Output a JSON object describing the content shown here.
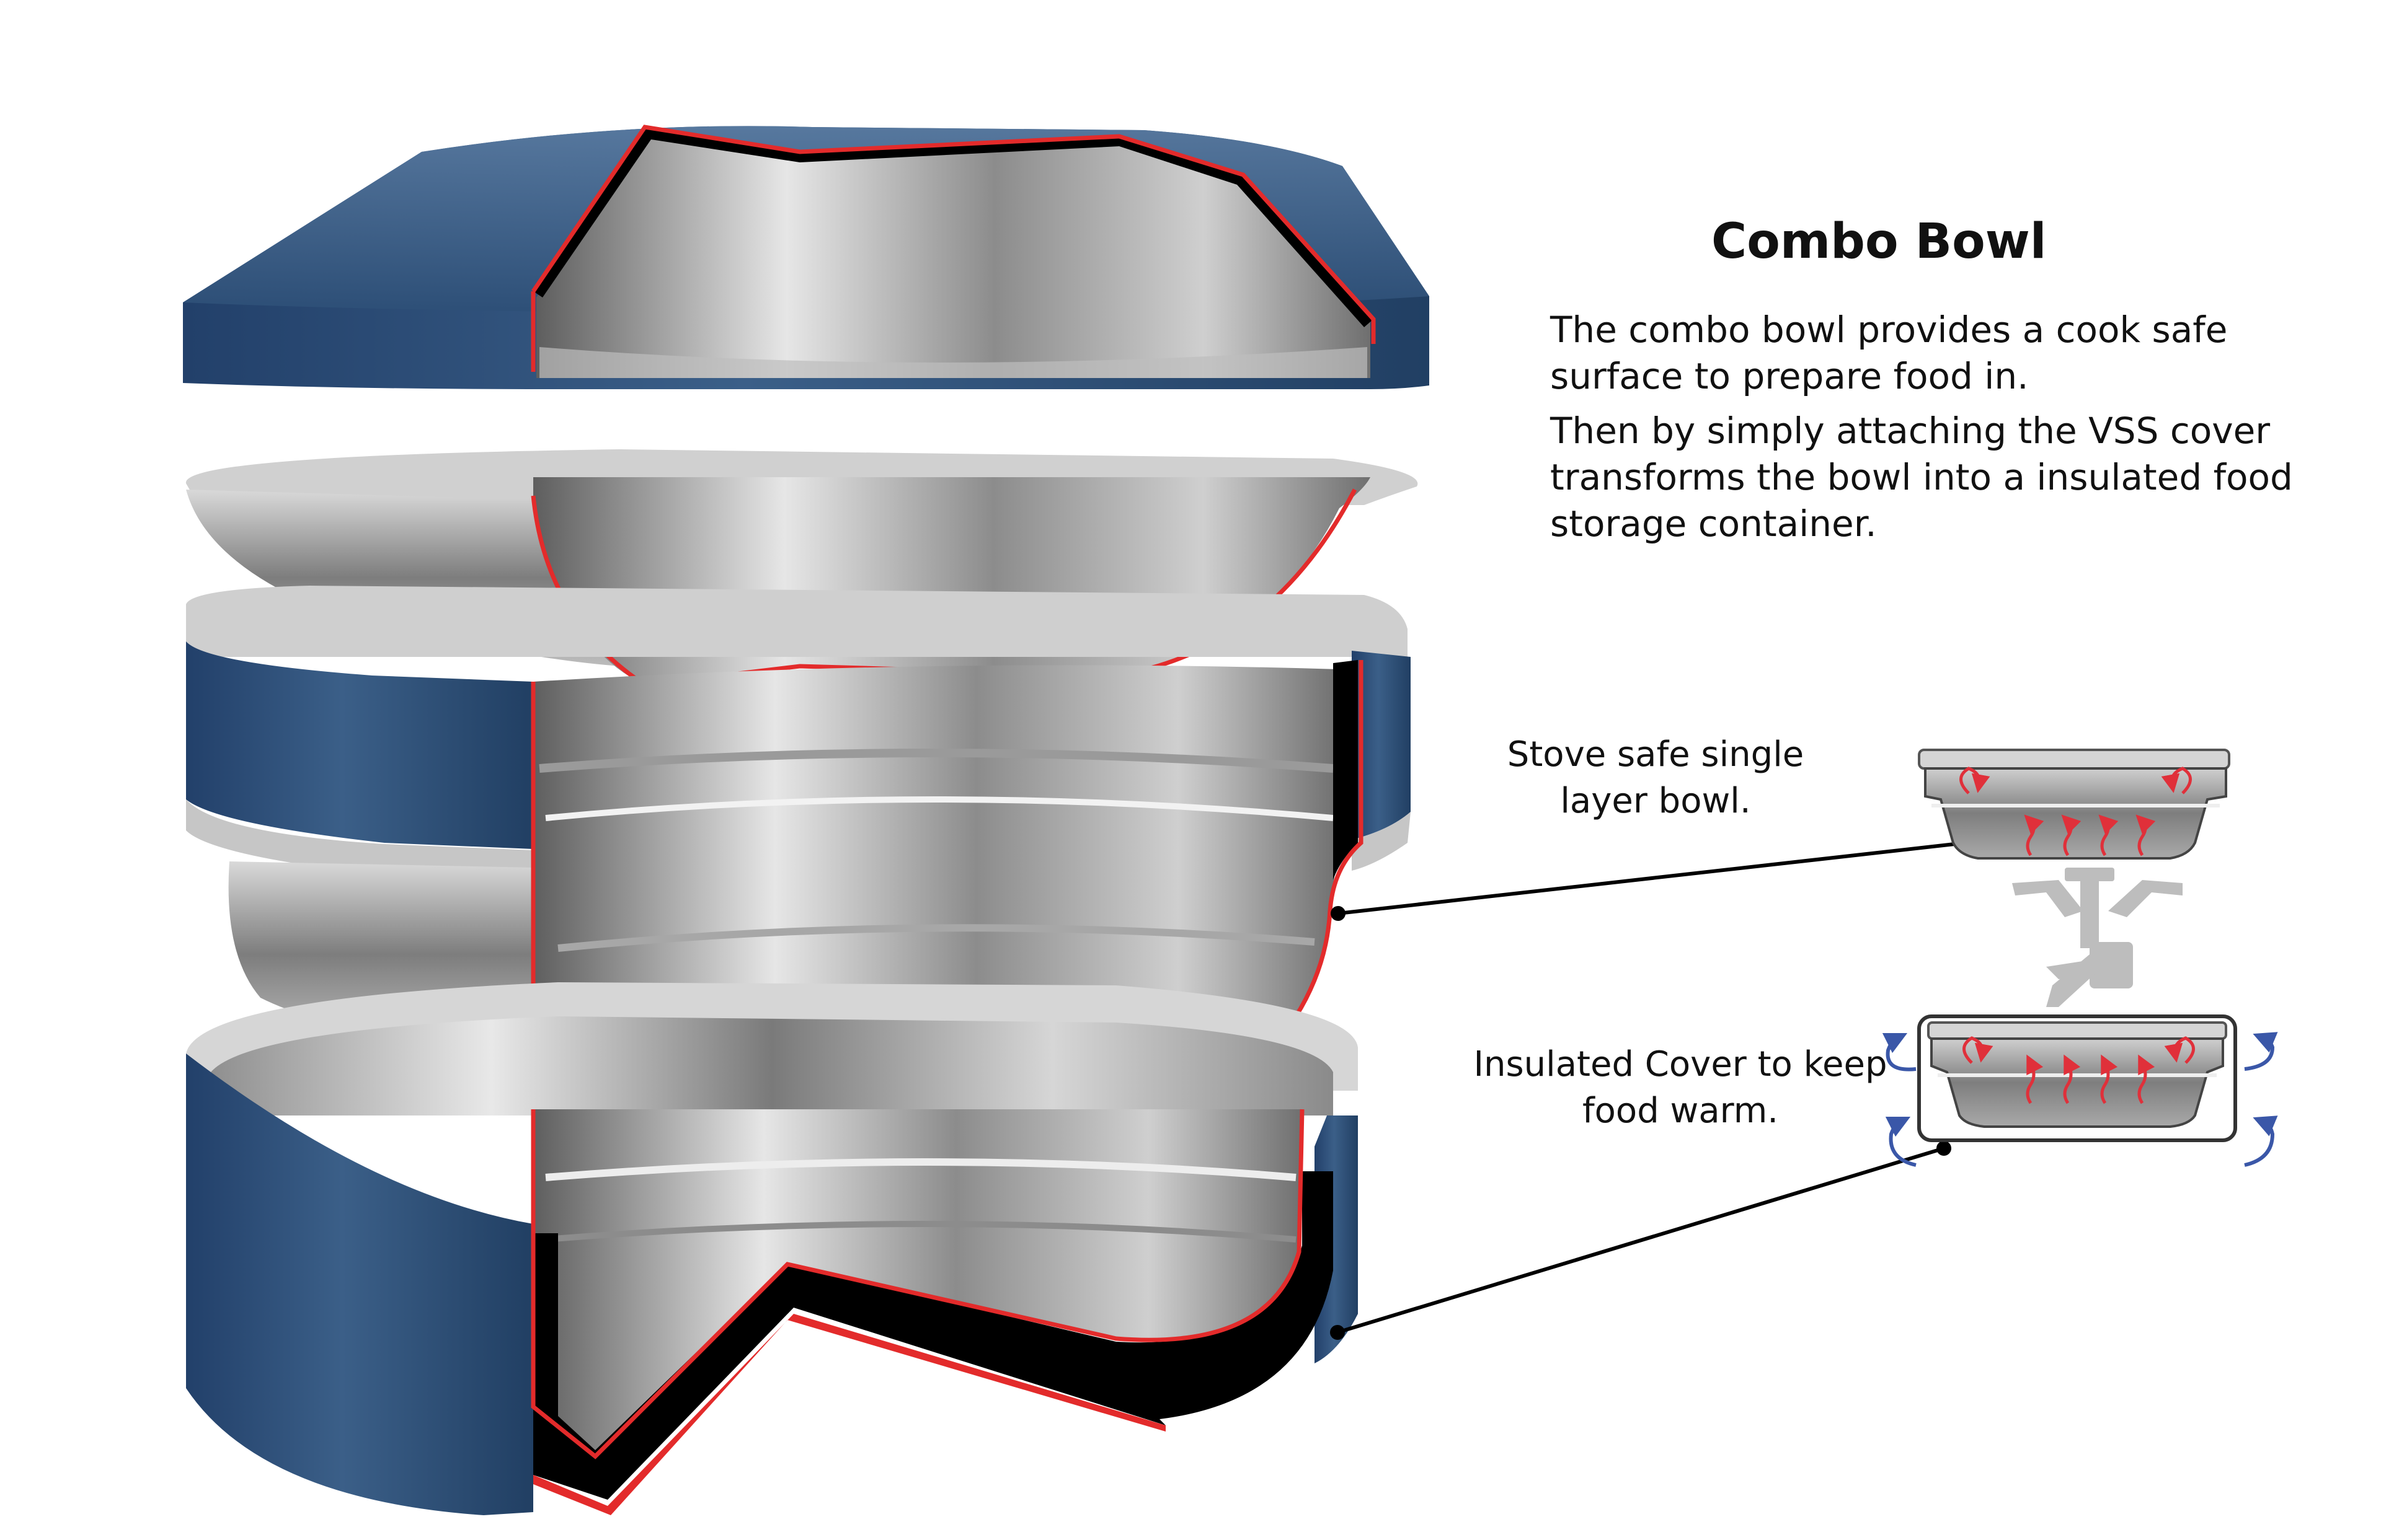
{
  "title": "Combo Bowl",
  "description": {
    "paragraph1": "The combo bowl provides a cook safe surface to prepare food in.",
    "paragraph2": "Then by simply attaching the VSS cover transforms the bowl into a insulated food storage container."
  },
  "callouts": [
    {
      "label": "Stove safe single layer bowl."
    },
    {
      "label": "Insulated Cover to keep food warm."
    }
  ],
  "colors": {
    "outer_shell": "#2e5177",
    "steel_light": "#e2e2e2",
    "steel_dark": "#6d6d6d",
    "section_cut": "#e32b2b",
    "insulation": "#000000",
    "heat_arrow": "#e0303a",
    "air_arrow": "#3a57a8"
  }
}
